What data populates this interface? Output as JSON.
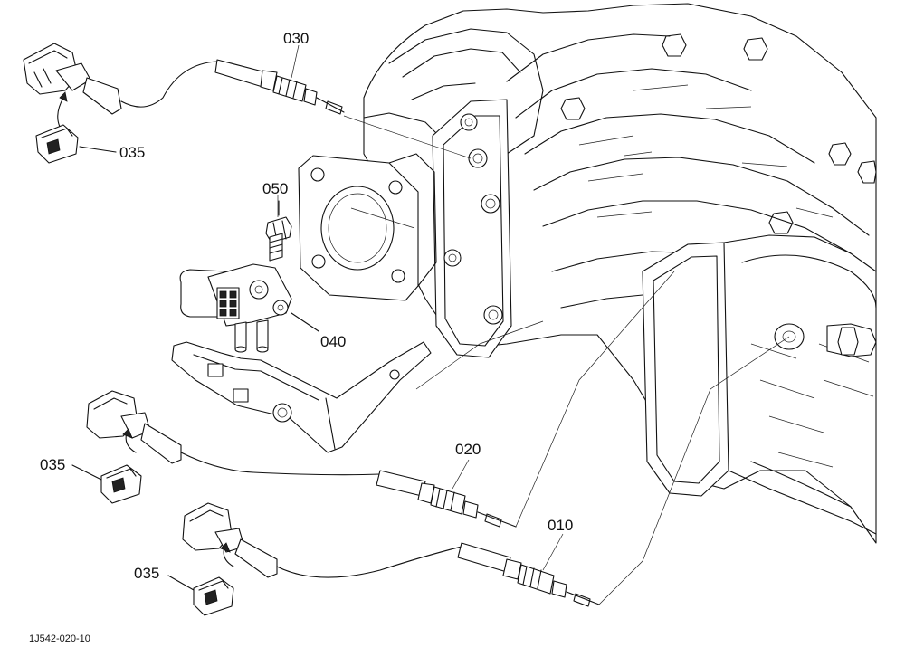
{
  "diagram": {
    "callouts": {
      "c030": "030",
      "c035a": "035",
      "c050": "050",
      "c040": "040",
      "c035b": "035",
      "c020": "020",
      "c035c": "035",
      "c010": "010"
    },
    "drawing_code": "1J542-020-10"
  }
}
